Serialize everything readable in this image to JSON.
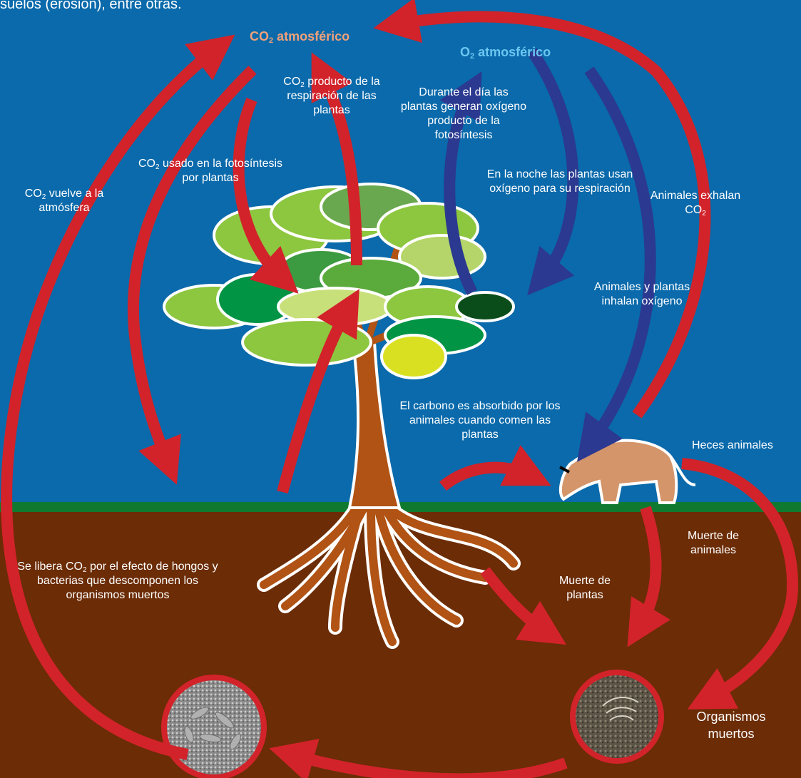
{
  "diagram": {
    "intro_fragment": "suelos (erosión), entre otras.",
    "co2_atmosferico": {
      "formula": "CO",
      "subscript": "2",
      "text": " atmosférico"
    },
    "o2_atmosferico": {
      "formula": "O",
      "subscript": "2",
      "text": " atmosférico"
    },
    "labels": {
      "co2_respiracion_plantas": {
        "formula": "CO",
        "subscript": "2",
        "text": " producto de la respiración de las plantas"
      },
      "dia_plantas_oxigeno": "Durante el día las plantas generan oxígeno producto de la fotosíntesis",
      "co2_fotosintesis": {
        "formula": "CO",
        "subscript": "2",
        "text": " usado en la fotosíntesis por plantas"
      },
      "co2_vuelve": {
        "formula": "CO",
        "subscript": "2",
        "text": " vuelve a la atmósfera"
      },
      "noche_plantas": "En la noche las plantas usan oxígeno para su respiración",
      "animales_exhalan": {
        "text": "Animales exhalan CO",
        "subscript": "2"
      },
      "animales_inhalan": "Animales y plantas inhalan oxígeno",
      "carbono_absorbido": "El carbono es absorbido por los animales cuando comen las plantas",
      "heces": "Heces animales",
      "muerte_animales": "Muerte de animales",
      "muerte_plantas": "Muerte de plantas",
      "descomposicion": {
        "prefix": "Se libera CO",
        "subscript": "2",
        "text": " por el efecto de hongos y bacterias que descomponen los organismos muertos"
      },
      "organismos_muertos": "Organismos muertos"
    },
    "colors": {
      "sky": "#0a6aab",
      "soil": "#6b2c06",
      "grass": "#0f7a2f",
      "co2_arrow": "#d2232a",
      "o2_arrow": "#2b3990",
      "co2_title": "#f0a17a",
      "o2_title": "#6cc6f0",
      "trunk": "#b05314"
    }
  }
}
